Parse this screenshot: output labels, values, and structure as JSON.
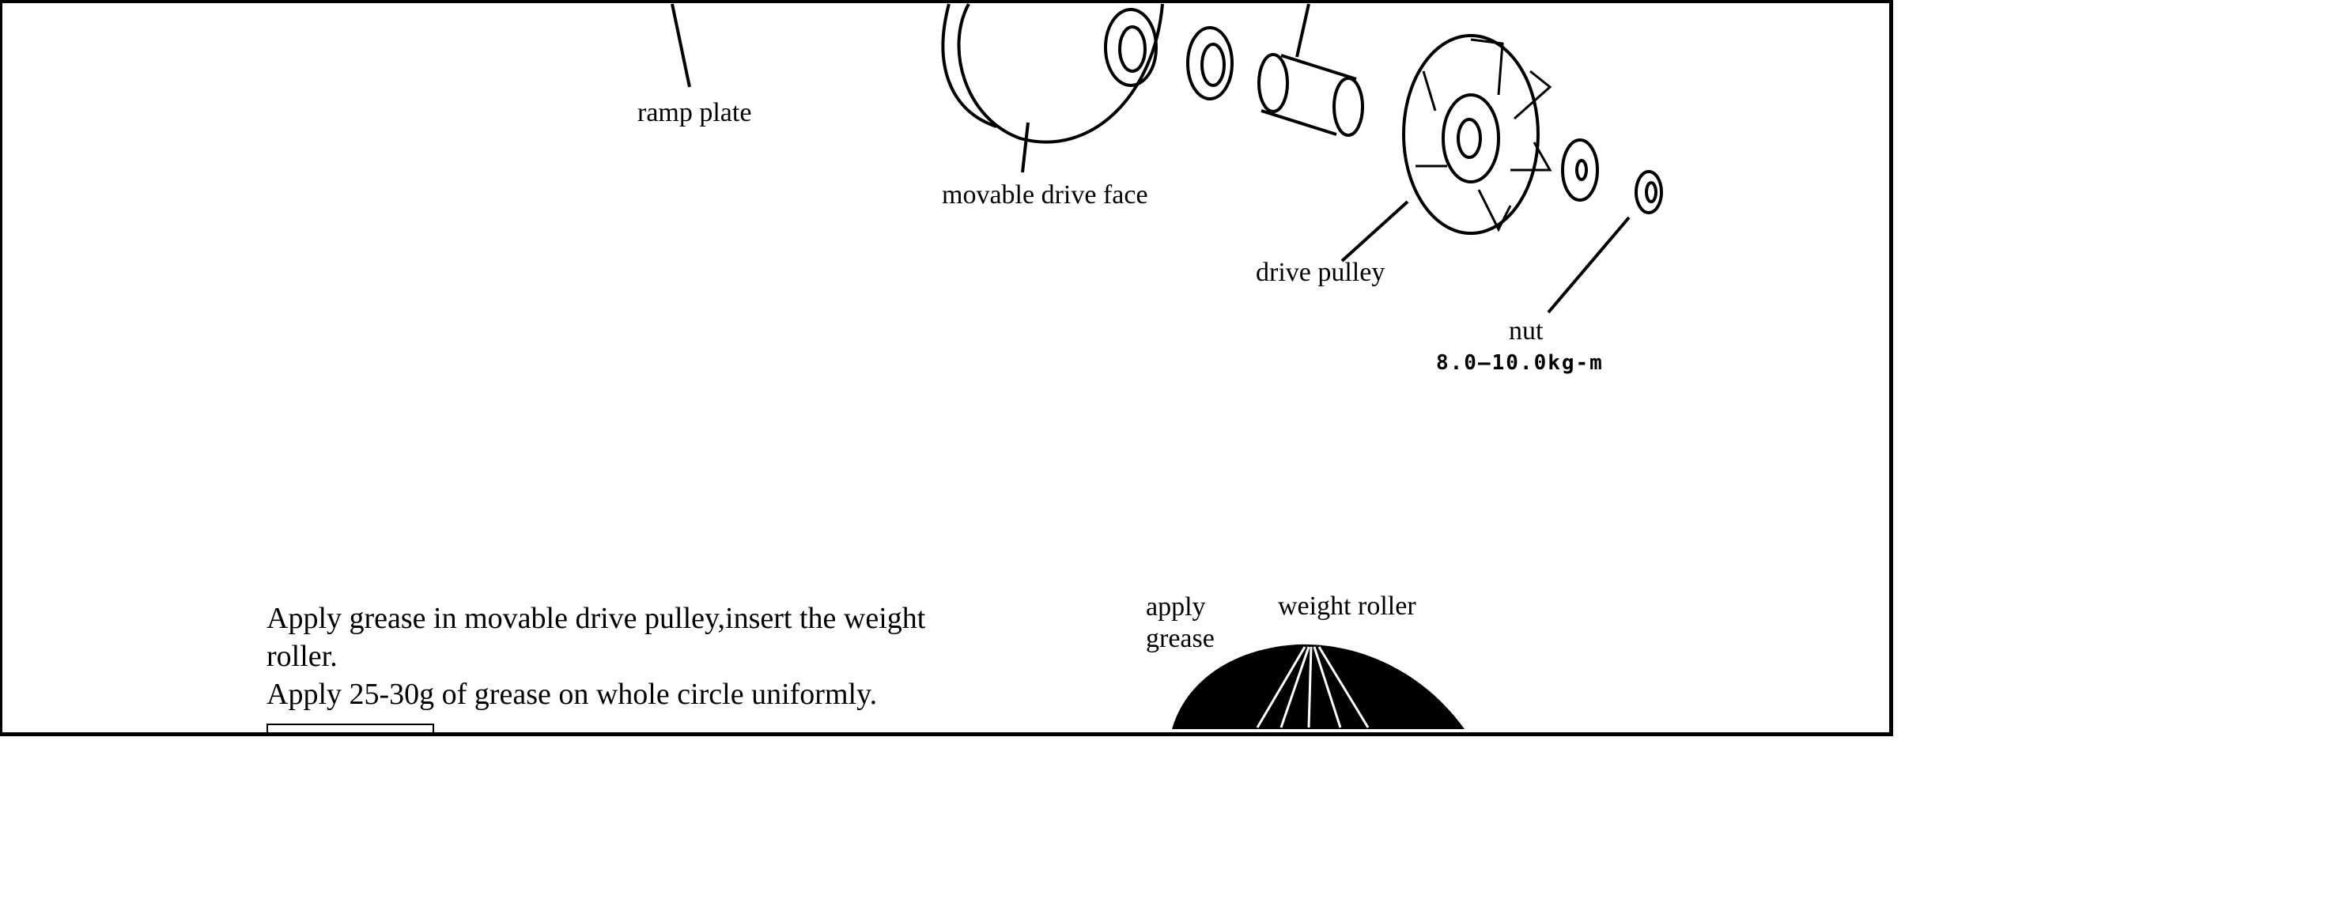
{
  "diagram": {
    "labels": {
      "ramp_plate": "ramp plate",
      "movable_drive_face": "movable drive face",
      "drive_pulley": "drive pulley",
      "nut": "nut",
      "nut_torque": "8.0—10.0kg-m"
    }
  },
  "instructions": {
    "line1": "Apply grease in movable drive pulley,insert the weight roller.",
    "line2": "Apply 25-30g of grease on whole circle uniformly."
  },
  "figure2": {
    "apply_grease": "apply grease",
    "weight_roller": "weight roller"
  }
}
